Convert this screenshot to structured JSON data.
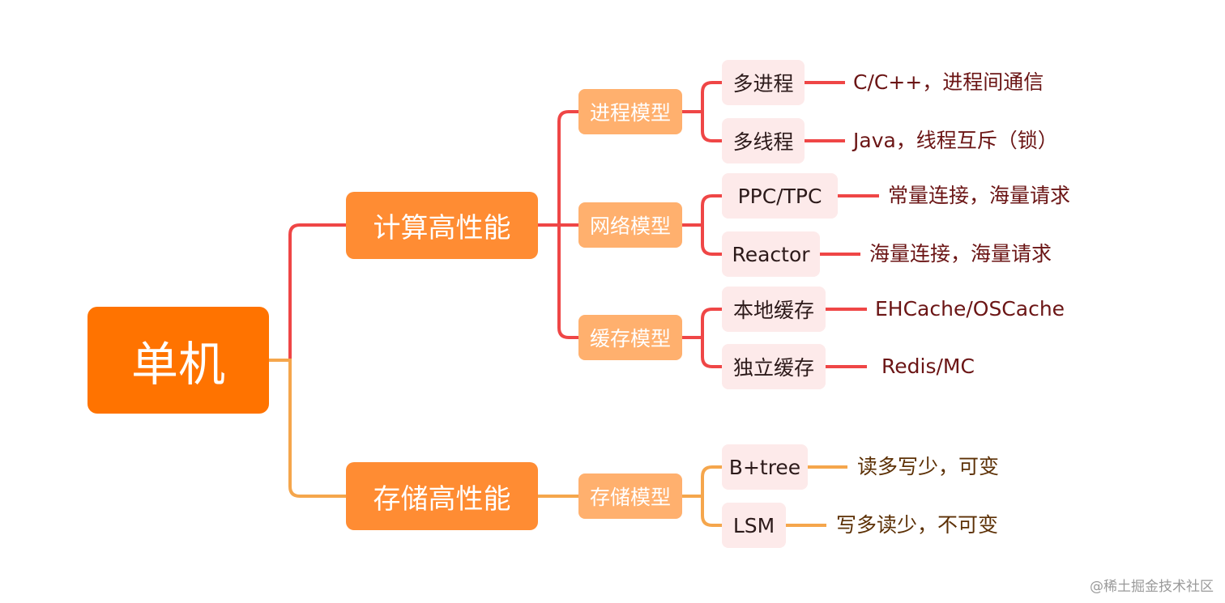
{
  "mindmap": {
    "root": {
      "label": "单机"
    },
    "branches": [
      {
        "id": "compute",
        "label": "计算高性能",
        "children": [
          {
            "id": "process",
            "label": "进程模型",
            "items": [
              {
                "label": "多进程",
                "desc": "C/C++，进程间通信"
              },
              {
                "label": "多线程",
                "desc": "Java，线程互斥（锁）"
              }
            ]
          },
          {
            "id": "network",
            "label": "网络模型",
            "items": [
              {
                "label": "PPC/TPC",
                "desc": "常量连接，海量请求"
              },
              {
                "label": "Reactor",
                "desc": "海量连接，海量请求"
              }
            ]
          },
          {
            "id": "cache",
            "label": "缓存模型",
            "items": [
              {
                "label": "本地缓存",
                "desc": "EHCache/OSCache"
              },
              {
                "label": "独立缓存",
                "desc": "Redis/MC"
              }
            ]
          }
        ]
      },
      {
        "id": "storage",
        "label": "存储高性能",
        "children": [
          {
            "id": "storage-model",
            "label": "存储模型",
            "items": [
              {
                "label": "B+tree",
                "desc": "读多写少，可变"
              },
              {
                "label": "LSM",
                "desc": "写多读少，不可变"
              }
            ]
          }
        ]
      }
    ]
  },
  "watermark": "@稀土掘金技术社区",
  "colors": {
    "root_fill": "#ff7300",
    "branch_fill": "#ff8c33",
    "subbranch_fill": "#ffb06e",
    "leaf_fill": "#fdeaea",
    "compute_line": "#ef4646",
    "storage_line": "#f5a64c"
  }
}
